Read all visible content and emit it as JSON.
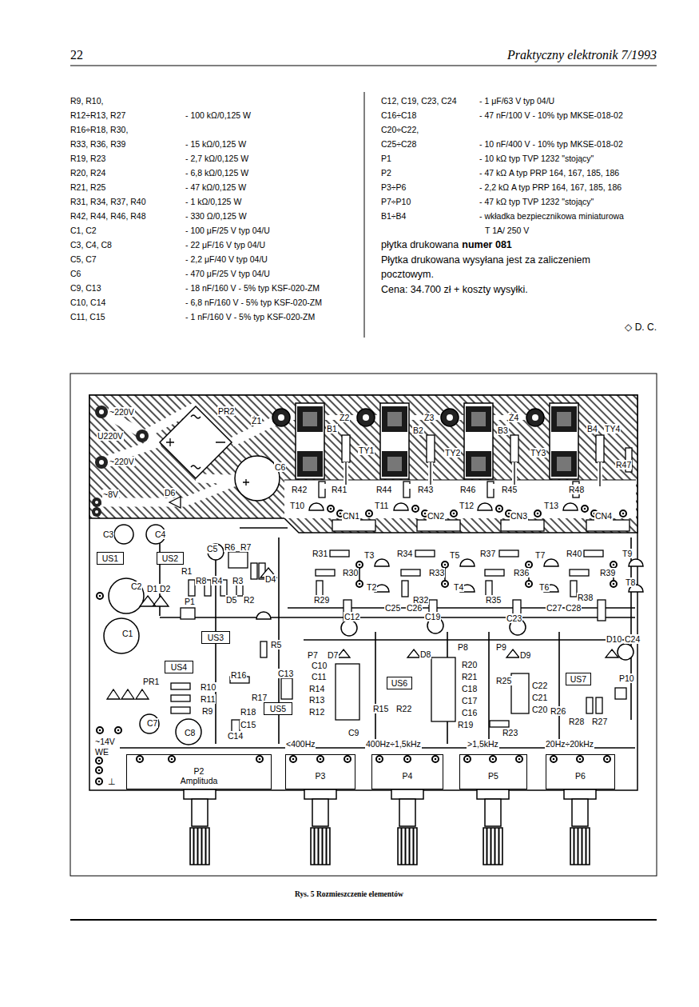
{
  "diagram": {
    "caption": "Rys. 5 Rozmieszczenie elementów",
    "nodes": [
      {
        "text": [
          "US1"
        ]
      },
      {
        "text": [
          "US2"
        ]
      },
      {
        "text": [
          "US3"
        ]
      },
      {
        "text": [
          "US4"
        ]
      },
      {
        "text": [
          "US5"
        ]
      },
      {
        "text": [
          "US6"
        ]
      },
      {
        "text": [
          "US7"
        ]
      },
      {
        "text": [
          "P2",
          "Amplituda"
        ]
      },
      {
        "text": [
          "P3"
        ]
      },
      {
        "text": [
          "P4"
        ]
      },
      {
        "text": [
          "P5"
        ]
      },
      {
        "text": [
          "P6"
        ]
      }
    ],
    "labels": [
      "22",
      "Praktyczny elektronik 7/1993",
      "R9, R10,",
      "R12÷R13, R27",
      "- 100 kΩ/0,125 W",
      "R16÷R18, R30,",
      "R33, R36, R39",
      "- 15 kΩ/0,125 W",
      "R19, R23",
      "- 2,7 kΩ/0,125 W",
      "R20, R24",
      "- 6,8 kΩ/0,125 W",
      "R21, R25",
      "- 47 kΩ/0,125 W",
      "R31, R34, R37, R40",
      "- 1 kΩ/0,125 W",
      "R42, R44, R46, R48",
      "- 330 Ω/0,125 W",
      "C1, C2",
      "- 100 μF/25 V typ 04/U",
      "C3, C4, C8",
      "- 22 μF/16 V typ 04/U",
      "C5, C7",
      "- 2,2 μF/40 V typ 04/U",
      "C6",
      "- 470 μF/25 V typ 04/U",
      "C9, C13",
      "- 18 nF/160 V - 5% typ KSF-020-ZM",
      "C10, C14",
      "- 6,8 nF/160 V - 5% typ KSF-020-ZM",
      "C11, C15",
      "- 1 nF/160 V - 5% typ KSF-020-ZM",
      "C12, C19, C23, C24",
      "- 1 μF/63 V typ 04/U",
      "C16÷C18",
      "- 47 nF/100 V - 10% typ MKSE-018-02",
      "C20÷C22,",
      "C25÷C28",
      "- 10 nF/400 V - 10% typ MKSE-018-02",
      "P1",
      "- 10 kΩ typ TVP 1232 \"stojący\"",
      "P2",
      "- 47 kΩ A typ PRP 164, 167, 185, 186",
      "P3÷P6",
      "- 2,2 kΩ A typ PRP 164, 167, 185, 186",
      "P7÷P10",
      "- 47 kΩ typ TVP 1232 \"stojący\"",
      "B1÷B4",
      "- wkładka bezpiecznikowa miniaturowa",
      "T 1A/ 250 V",
      "płytka drukowana",
      "numer 081",
      "Płytka drukowana wysyłana jest za zaliczeniem pocztowym.",
      "Cena: 34.700 zł + koszty wysyłki.",
      "◇ D. C.",
      "~220V",
      "U220V",
      "~220V",
      "PR2",
      "Ż1",
      "Ż2",
      "Ż3",
      "Ż4",
      "B1",
      "B2",
      "B3",
      "B4",
      "TY4",
      "TY1",
      "TY2",
      "TY3",
      "R47",
      "C6",
      "~8V",
      "D6",
      "R42",
      "R41",
      "R44",
      "R43",
      "R46",
      "R45",
      "R48",
      "T10",
      "T11",
      "T12",
      "T13",
      "CN1",
      "CN2",
      "CN3",
      "CN4",
      "C3",
      "C4",
      "C5",
      "R6",
      "R7",
      "R1",
      "R8",
      "R4",
      "R3",
      "D4",
      "C2",
      "D1",
      "D2",
      "P1",
      "D5",
      "R2",
      "C1",
      "R5",
      "PR1",
      "R10",
      "R11",
      "R9",
      "R16",
      "R17",
      "R18",
      "C13",
      "R14",
      "R13",
      "R12",
      "C15",
      "C14",
      "C7",
      "C8",
      "~14V",
      "WE",
      "⊥",
      "R31",
      "T3",
      "R30",
      "R29",
      "T2",
      "R34",
      "T5",
      "R33",
      "R32",
      "T4",
      "R37",
      "T7",
      "R36",
      "R35",
      "T6",
      "R40",
      "T9",
      "R39",
      "R38",
      "T8",
      "C25",
      "C26",
      "C27",
      "C28",
      "C12",
      "C19",
      "C23",
      "D10",
      "C24",
      "P7",
      "D7",
      "C10",
      "C11",
      "R15",
      "R22",
      "C9",
      "D8",
      "P8",
      "R20",
      "R21",
      "C18",
      "C17",
      "C16",
      "R19",
      "P9",
      "D9",
      "R25",
      "C22",
      "C21",
      "C20",
      "R26",
      "R23",
      "R28",
      "R27",
      "P10",
      "<400Hz",
      "400Hz÷1,5kHz",
      ">1,5kHz",
      "20Hz÷20kHz"
    ]
  }
}
